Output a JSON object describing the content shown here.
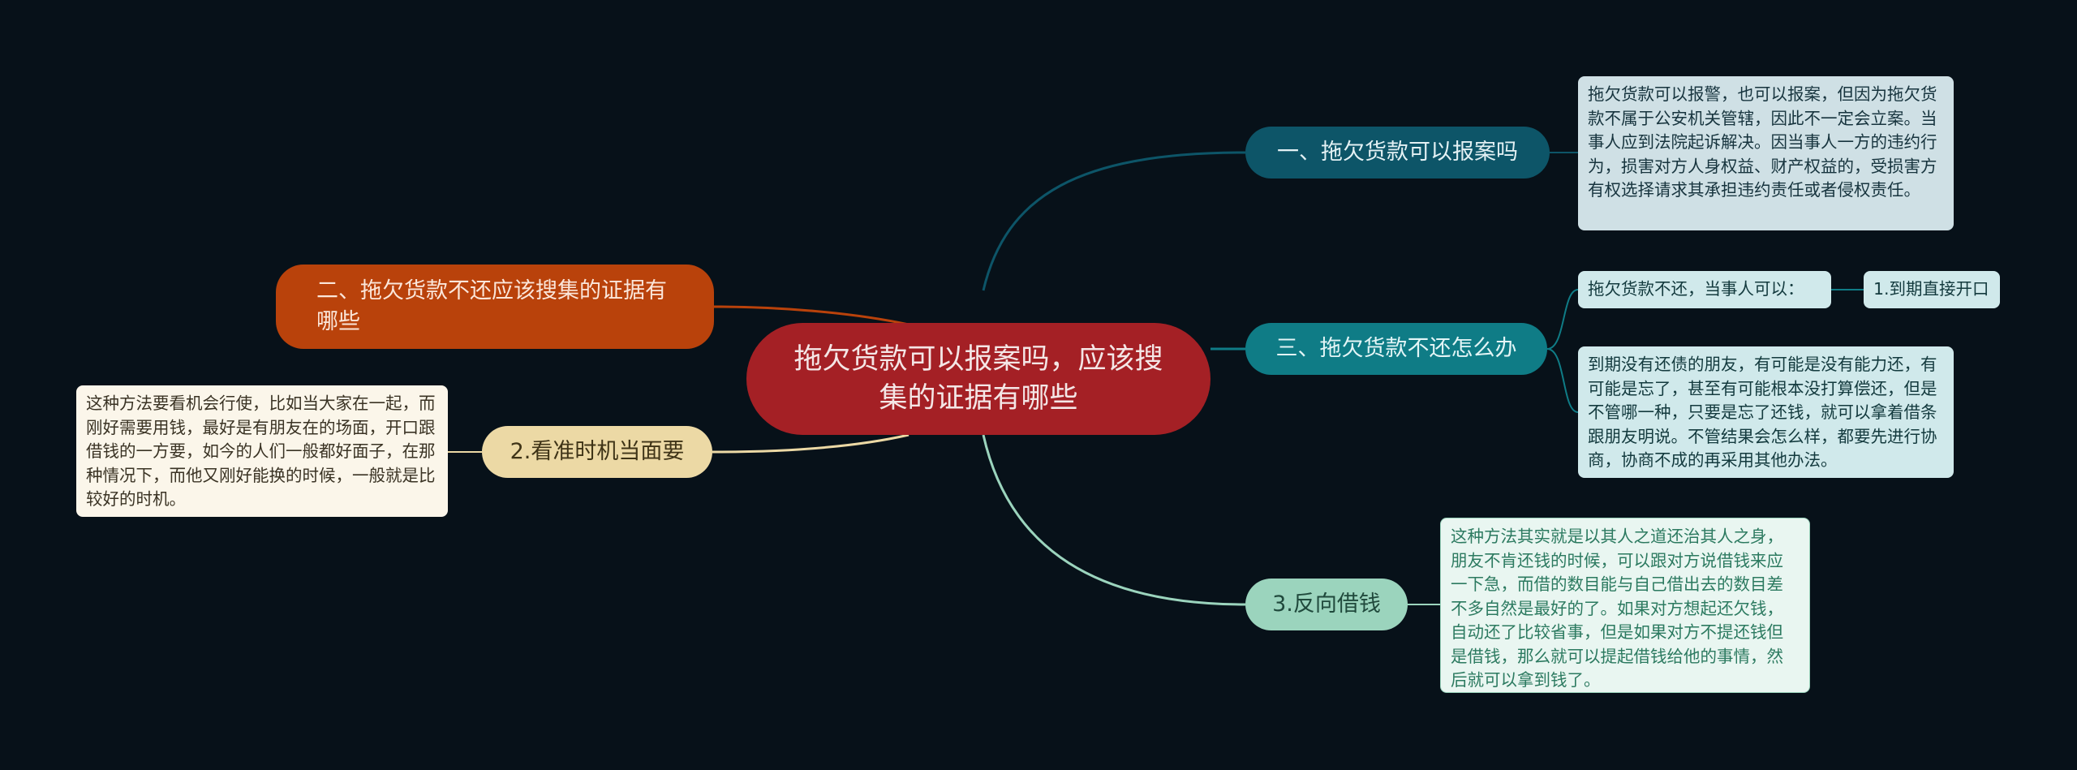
{
  "center": {
    "label": "拖欠货款可以报案吗，应该搜集的证据有哪些"
  },
  "branches": {
    "b1": {
      "label": "一、拖欠货款可以报案吗",
      "color": "#0d5568"
    },
    "b2": {
      "label": "二、拖欠货款不还应该搜集的证据有哪些",
      "color": "#b9420b"
    },
    "b3": {
      "label": "三、拖欠货款不还怎么办",
      "color": "#0f7c86"
    },
    "b4": {
      "label": "2.看准时机当面要",
      "color": "#ecd9a5"
    },
    "b5": {
      "label": "3.反向借钱",
      "color": "#9bd4bd"
    }
  },
  "notes": {
    "n1": "拖欠货款可以报警，也可以报案，但因为拖欠货款不属于公安机关管辖，因此不一定会立案。当事人应到法院起诉解决。因当事人一方的违约行为，损害对方人身权益、财产权益的，受损害方有权选择请求其承担违约责任或者侵权责任。",
    "n2": "拖欠货款不还，当事人可以：",
    "n3": "1.到期直接开口",
    "n4": "到期没有还债的朋友，有可能是没有能力还，有可能是忘了，甚至有可能根本没打算偿还，但是不管哪一种，只要是忘了还钱，就可以拿着借条跟朋友明说。不管结果会怎么样，都要先进行协商，协商不成的再采用其他办法。",
    "n5": "这种方法其实就是以其人之道还治其人之身，朋友不肯还钱的时候，可以跟对方说借钱来应一下急，而借的数目能与自己借出去的数目差不多自然是最好的了。如果对方想起还欠钱，自动还了比较省事，但是如果对方不提还钱但是借钱，那么就可以提起借钱给他的事情，然后就可以拿到钱了。",
    "n6": "这种方法要看机会行使，比如当大家在一起，而刚好需要用钱，最好是有朋友在的场面，开口跟借钱的一方要，如今的人们一般都好面子，在那种情况下，而他又刚好能换的时候，一般就是比较好的时机。"
  },
  "link_colors": {
    "b1": "#0d5568",
    "b2": "#b9420b",
    "b3": "#0f7c86",
    "b4": "#ecd9a5",
    "b5": "#9bd4bd"
  }
}
